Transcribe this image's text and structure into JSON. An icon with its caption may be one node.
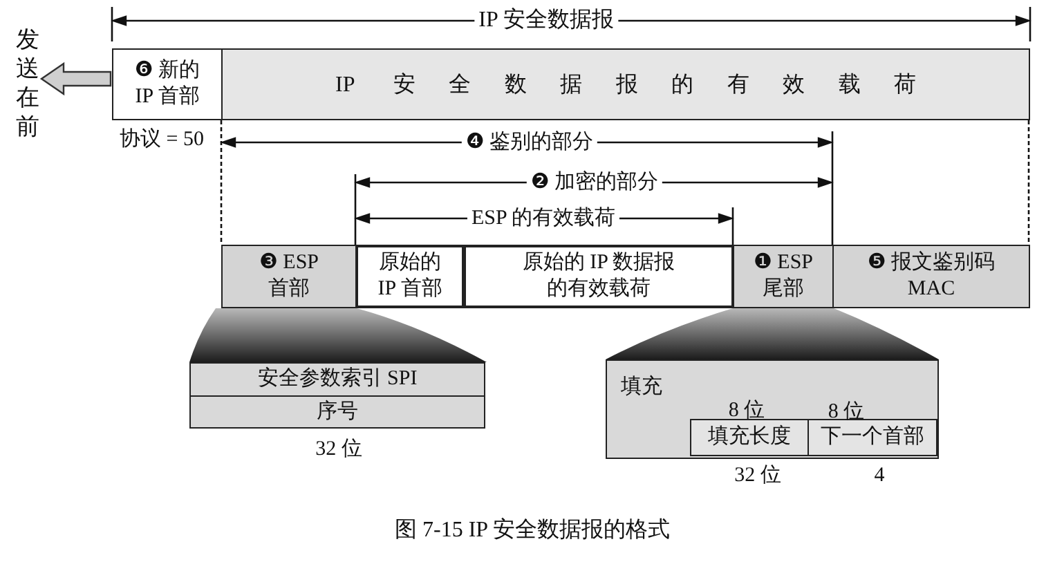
{
  "diagram": {
    "caption": "图 7-15 IP 安全数据报的格式",
    "nodes": [
      {
        "text": [
          "❻ 新的 IP 首部"
        ],
        "beside": [
          "协议 = 50"
        ]
      },
      {
        "text": [
          "IP 安全数据报的有效载荷"
        ]
      },
      {
        "text": [
          "❸ ESP 首部"
        ]
      },
      {
        "text": [
          "原始的 IP 首部"
        ]
      },
      {
        "text": [
          "原始的 IP 数据报的有效载荷"
        ]
      },
      {
        "text": [
          "❶ ESP 尾部"
        ]
      },
      {
        "text": [
          "❺ 报文鉴别码 MAC"
        ]
      },
      {
        "text": [
          "安全参数索引 SPI"
        ]
      },
      {
        "text": [
          "序号"
        ]
      },
      {
        "text": [
          "填充"
        ]
      },
      {
        "text": [
          "填充长度"
        ],
        "in": 9
      },
      {
        "text": [
          "下一个首部"
        ],
        "in": 9
      },
      {
        "text": [],
        "shape": "wedge"
      },
      {
        "text": [],
        "shape": "wedge"
      }
    ],
    "labels": [
      "IP 安全数据报",
      "发送在前",
      "❹ 鉴别的部分",
      "❷ 加密的部分",
      "ESP 的有效载荷",
      "32 位",
      "8 位",
      "8 位",
      "32 位",
      "4"
    ]
  }
}
